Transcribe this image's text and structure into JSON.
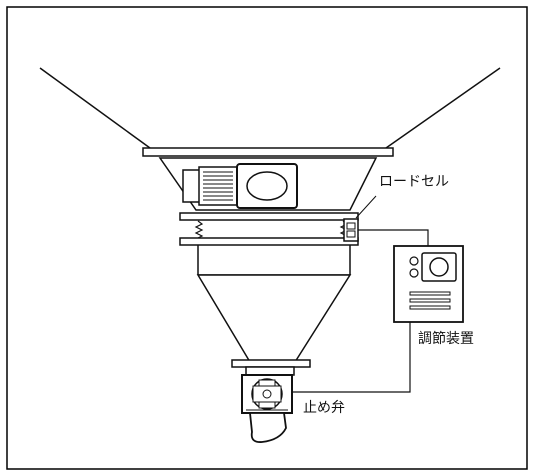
{
  "labels": {
    "load_cell": "ロードセル",
    "controller": "調節装置",
    "stop_valve": "止め弁"
  },
  "colors": {
    "line": "#111111",
    "frame": "#000000",
    "background": "#ffffff"
  }
}
